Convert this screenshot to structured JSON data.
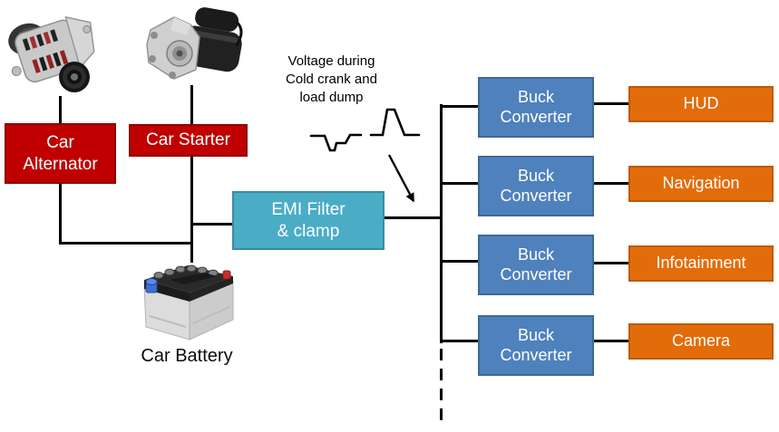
{
  "colors": {
    "source_red": "#C00000",
    "filter_teal": "#4BACC6",
    "converter_blue": "#4F81BD",
    "load_orange": "#E36C0A",
    "wire_black": "#000000",
    "box_text": "#FFFFFF",
    "label_text": "#000000"
  },
  "sources": {
    "alternator": {
      "label": "Car Alternator",
      "line1": "Car",
      "line2": "Alternator",
      "image": "car-alternator-photo"
    },
    "starter": {
      "label": "Car Starter",
      "image": "car-starter-photo"
    },
    "battery": {
      "label": "Car Battery",
      "image": "car-battery-photo"
    }
  },
  "annotation": {
    "line1": "Voltage during",
    "line2": "Cold crank and",
    "line3": "load dump",
    "waveform_left": "cold-crank-voltage-dip-waveform",
    "waveform_right": "load-dump-voltage-spike-waveform",
    "arrow": "arrow-pointing-to-power-rail"
  },
  "emi_filter": {
    "label": "EMI Filter & clamp",
    "line1": "EMI Filter",
    "line2": "& clamp"
  },
  "rows": [
    {
      "converter": {
        "line1": "Buck",
        "line2": "Converter"
      },
      "load": "HUD"
    },
    {
      "converter": {
        "line1": "Buck",
        "line2": "Converter"
      },
      "load": "Navigation"
    },
    {
      "converter": {
        "line1": "Buck",
        "line2": "Converter"
      },
      "load": "Infotainment"
    },
    {
      "converter": {
        "line1": "Buck",
        "line2": "Converter"
      },
      "load": "Camera"
    }
  ],
  "rail": {
    "dashed_extension": "future-expansion-dashed-line"
  }
}
